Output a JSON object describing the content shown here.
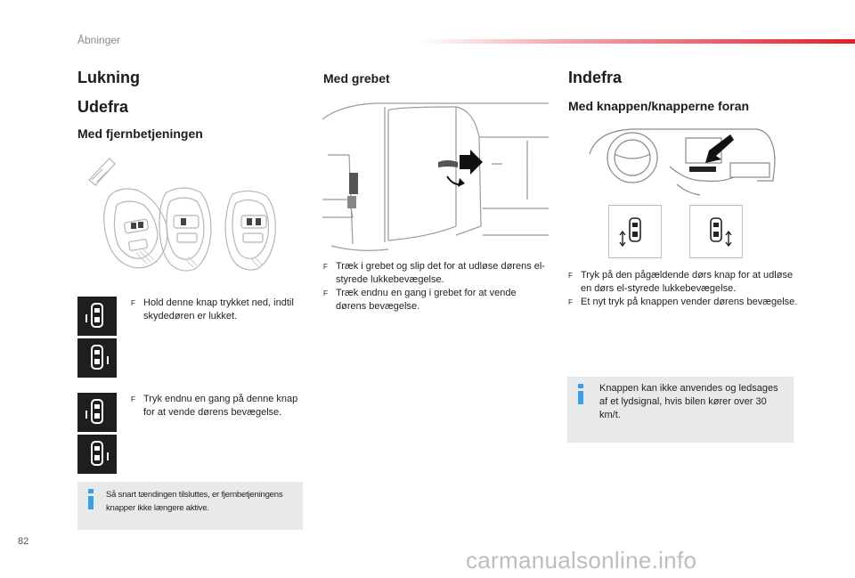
{
  "header": {
    "section": "Åbninger"
  },
  "col1": {
    "title": "Lukning",
    "subtitle": "Udefra",
    "heading": "Med fjernbetjeningen",
    "bullets1": [
      "Hold denne knap trykket ned, indtil skydedøren er lukket."
    ],
    "bullets2": [
      "Tryk endnu en gang på denne knap for at vende dørens bevægelse."
    ],
    "note": "Så snart tændingen tilsluttes, er fjernbetjeningens knapper ikke længere aktive."
  },
  "col2": {
    "heading": "Med grebet",
    "bullets": [
      "Træk i grebet og slip det for at udløse dørens el-styrede lukkebevægelse.",
      "Træk endnu en gang i grebet for at vende dørens bevægelse."
    ]
  },
  "col3": {
    "title": "Indefra",
    "heading": "Med knappen/knapperne foran",
    "bullets": [
      "Tryk på den pågældende dørs knap for at udløse en dørs el-styrede lukkebevægelse.",
      "Et nyt tryk på knappen vender dørens bevægelse."
    ],
    "note": "Knappen kan ikke anvendes og ledsages af et lydsignal, hvis bilen kører over 30 km/t."
  },
  "footer": {
    "page_number": "82",
    "watermark": "carmanualsonline.info"
  },
  "icons": {
    "bullet": "F",
    "door_left": "sliding-door-left-icon",
    "door_right": "sliding-door-right-icon",
    "info": "info-icon"
  },
  "colors": {
    "accent_red": "#e31d2b",
    "info_blue": "#3aa0e6",
    "note_bg": "#e8e9ea",
    "icon_bg": "#1e1e1e"
  }
}
